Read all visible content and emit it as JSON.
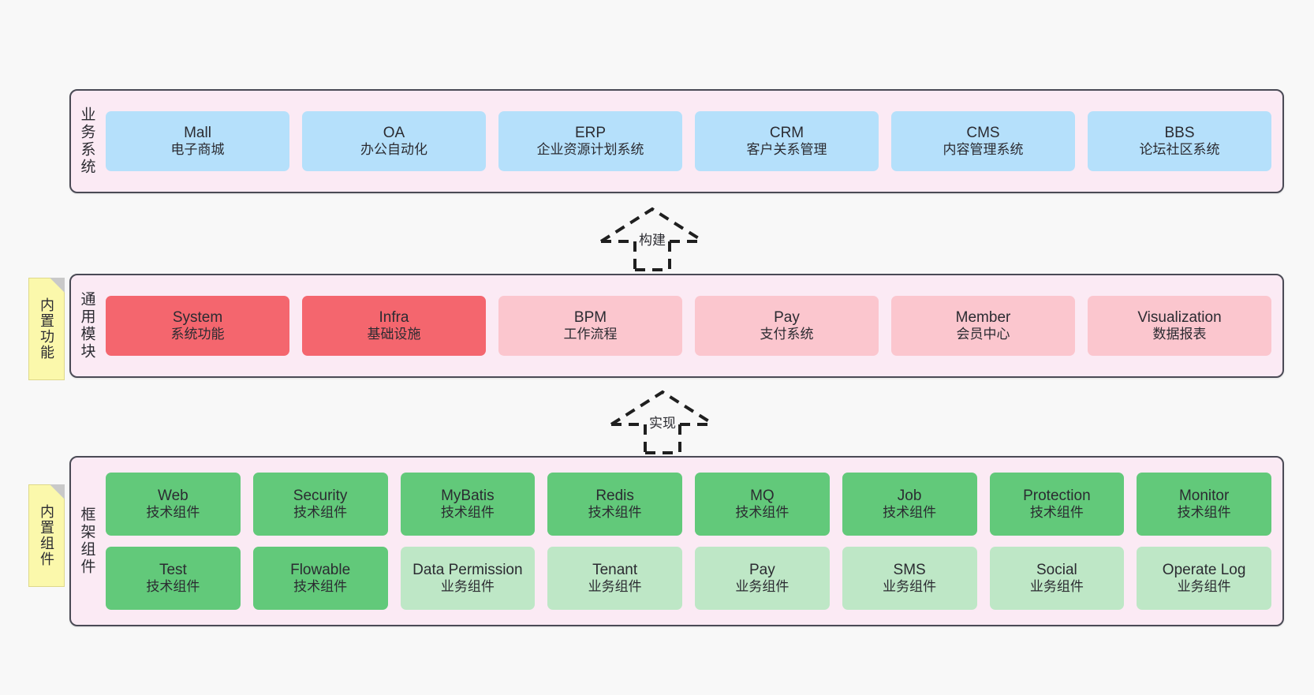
{
  "diagram": {
    "title": "",
    "background_color": "#f8f8f8",
    "layer_fill": "#fbeaf4",
    "layer_border": "#4a4a55",
    "note_fill": "#fbf8ab"
  },
  "layers": [
    {
      "id": "business-system",
      "title": "业务系统",
      "note": null,
      "rows": [
        {
          "nodes": [
            {
              "name": "Mall",
              "sub": "电子商城",
              "color": "#b5e0fb",
              "style": "blue"
            },
            {
              "name": "OA",
              "sub": "办公自动化",
              "color": "#b5e0fb",
              "style": "blue"
            },
            {
              "name": "ERP",
              "sub": "企业资源计划系统",
              "color": "#b5e0fb",
              "style": "blue"
            },
            {
              "name": "CRM",
              "sub": "客户关系管理",
              "color": "#b5e0fb",
              "style": "blue"
            },
            {
              "name": "CMS",
              "sub": "内容管理系统",
              "color": "#b5e0fb",
              "style": "blue"
            },
            {
              "name": "BBS",
              "sub": "论坛社区系统",
              "color": "#b5e0fb",
              "style": "blue"
            }
          ]
        }
      ]
    },
    {
      "id": "common-module",
      "title": "通用模块",
      "note": "内置功能",
      "rows": [
        {
          "nodes": [
            {
              "name": "System",
              "sub": "系统功能",
              "color": "#f4666e",
              "style": "red"
            },
            {
              "name": "Infra",
              "sub": "基础设施",
              "color": "#f4666e",
              "style": "red"
            },
            {
              "name": "BPM",
              "sub": "工作流程",
              "color": "#fbc6ce",
              "style": "pink"
            },
            {
              "name": "Pay",
              "sub": "支付系统",
              "color": "#fbc6ce",
              "style": "pink"
            },
            {
              "name": "Member",
              "sub": "会员中心",
              "color": "#fbc6ce",
              "style": "pink"
            },
            {
              "name": "Visualization",
              "sub": "数据报表",
              "color": "#fbc6ce",
              "style": "pink"
            }
          ]
        }
      ]
    },
    {
      "id": "framework-component",
      "title": "框架组件",
      "note": "内置组件",
      "rows": [
        {
          "nodes": [
            {
              "name": "Web",
              "sub": "技术组件",
              "color": "#62c97a",
              "style": "green"
            },
            {
              "name": "Security",
              "sub": "技术组件",
              "color": "#62c97a",
              "style": "green"
            },
            {
              "name": "MyBatis",
              "sub": "技术组件",
              "color": "#62c97a",
              "style": "green"
            },
            {
              "name": "Redis",
              "sub": "技术组件",
              "color": "#62c97a",
              "style": "green"
            },
            {
              "name": "MQ",
              "sub": "技术组件",
              "color": "#62c97a",
              "style": "green"
            },
            {
              "name": "Job",
              "sub": "技术组件",
              "color": "#62c97a",
              "style": "green"
            },
            {
              "name": "Protection",
              "sub": "技术组件",
              "color": "#62c97a",
              "style": "green"
            },
            {
              "name": "Monitor",
              "sub": "技术组件",
              "color": "#62c97a",
              "style": "green"
            }
          ]
        },
        {
          "nodes": [
            {
              "name": "Test",
              "sub": "技术组件",
              "color": "#62c97a",
              "style": "green"
            },
            {
              "name": "Flowable",
              "sub": "技术组件",
              "color": "#62c97a",
              "style": "green"
            },
            {
              "name": "Data Permission",
              "sub": "业务组件",
              "color": "#bee7c6",
              "style": "lightgreen"
            },
            {
              "name": "Tenant",
              "sub": "业务组件",
              "color": "#bee7c6",
              "style": "lightgreen"
            },
            {
              "name": "Pay",
              "sub": "业务组件",
              "color": "#bee7c6",
              "style": "lightgreen"
            },
            {
              "name": "SMS",
              "sub": "业务组件",
              "color": "#bee7c6",
              "style": "lightgreen"
            },
            {
              "name": "Social",
              "sub": "业务组件",
              "color": "#bee7c6",
              "style": "lightgreen"
            },
            {
              "name": "Operate Log",
              "sub": "业务组件",
              "color": "#bee7c6",
              "style": "lightgreen"
            }
          ]
        }
      ]
    }
  ],
  "connectors": [
    {
      "id": "build",
      "label": "构建",
      "from": "common-module",
      "to": "business-system",
      "style": "dashed-hollow-arrow-up"
    },
    {
      "id": "implement",
      "label": "实现",
      "from": "framework-component",
      "to": "common-module",
      "style": "dashed-hollow-arrow-up"
    }
  ]
}
